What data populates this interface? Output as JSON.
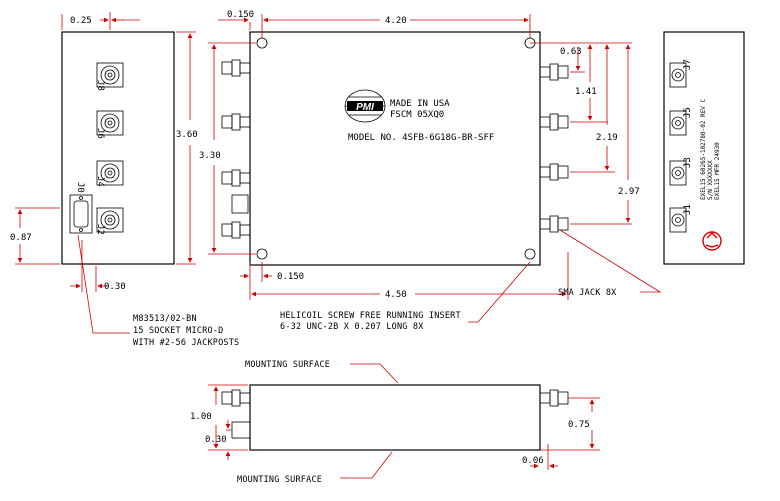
{
  "dimensions": {
    "left_width": "0.25",
    "left_height": "3.60",
    "left_connector_offset": "0.87",
    "left_connector_inset": "0.30",
    "top_hole_offset": "0.150",
    "top_width": "4.20",
    "top_height": "3.30",
    "bottom_hole_offset": "0.150",
    "overall_width": "4.50",
    "port_063": "0.63",
    "port_141": "1.41",
    "port_219": "2.19",
    "port_297": "2.97",
    "side_height": "1.00",
    "side_conn_height": "0.30",
    "side_jack_height": "0.75",
    "side_jack_offset": "0.06"
  },
  "logo": {
    "text": "PMI"
  },
  "labels": {
    "made_in": "MADE IN USA",
    "fscm": "FSCM 05XQ0",
    "model": "MODEL NO. 4SFB-6G18G-BR-SFF",
    "port_labels": [
      "J8",
      "J6",
      "J4",
      "J2",
      "J0"
    ],
    "right_port_labels": [
      "J7",
      "J5",
      "J3",
      "J1"
    ],
    "right_label_1": "EXEL15 60265-102780-02 REV C",
    "right_label_2": "S/N XXXXXXX",
    "right_label_3": "EXEL15 MFR 24930"
  },
  "notes": {
    "sma": "SMA JACK 8X",
    "helicoil_1": "HELICOIL SCREW FREE RUNNING INSERT",
    "helicoil_2": "6-32 UNC-2B X 0.207 LONG 8X",
    "connector_1": "M83513/02-BN",
    "connector_2": "15 SOCKET MICRO-D",
    "connector_3": "WITH #2-56 JACKPOSTS",
    "mounting_top": "MOUNTING SURFACE",
    "mounting_bottom": "MOUNTING SURFACE"
  },
  "colors": {
    "dimension_lines": "#d00000",
    "outline": "#000000"
  }
}
